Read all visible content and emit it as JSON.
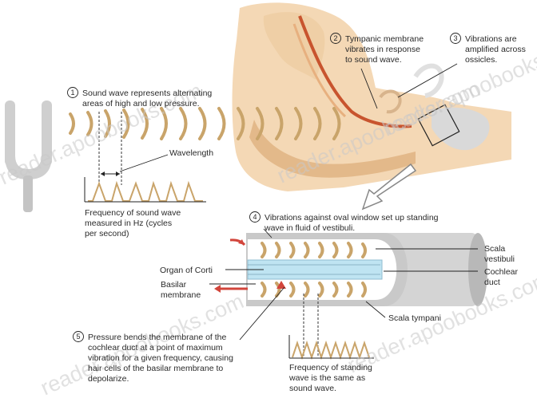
{
  "steps": [
    {
      "number": "1",
      "lines": [
        "Sound wave represents alternating",
        "areas of high and low pressure."
      ]
    },
    {
      "number": "2",
      "lines": [
        "Tympanic membrane",
        "vibrates in response",
        "to sound wave."
      ]
    },
    {
      "number": "3",
      "lines": [
        "Vibrations are",
        "amplified across",
        "ossicles."
      ]
    },
    {
      "number": "4",
      "lines": [
        "Vibrations against oval window set up standing",
        "wave in fluid of vestibuli."
      ]
    },
    {
      "number": "5",
      "lines": [
        "Pressure bends the membrane of the",
        "cochlear duct at a point of maximum",
        "vibration for a given frequency, causing",
        "hair cells of the basilar membrane to",
        "depolarize."
      ]
    }
  ],
  "labels": {
    "wavelength": "Wavelength",
    "frequency_sound": [
      "Frequency of sound wave",
      "measured in Hz (cycles",
      "per second)"
    ],
    "organ_of_corti": "Organ of Corti",
    "basilar_membrane": [
      "Basilar",
      "membrane"
    ],
    "scala_vestibuli": [
      "Scala",
      "vestibuli"
    ],
    "cochlear_duct": [
      "Cochlear",
      "duct"
    ],
    "scala_tympani": "Scala tympani",
    "frequency_standing": [
      "Frequency of standing",
      "wave is the same as",
      "sound wave."
    ]
  },
  "watermark": "reader.apoobooks.com",
  "colors": {
    "ear_tissue": "#f4d8b5",
    "ear_tissue_dark": "#e3b98a",
    "canal_red": "#c8542e",
    "cochlea_gray": "#b8b8b8",
    "fluid_blue": "#bfe4f2",
    "wave_gold": "#c9a46a",
    "arrow_red": "#d2453b"
  }
}
